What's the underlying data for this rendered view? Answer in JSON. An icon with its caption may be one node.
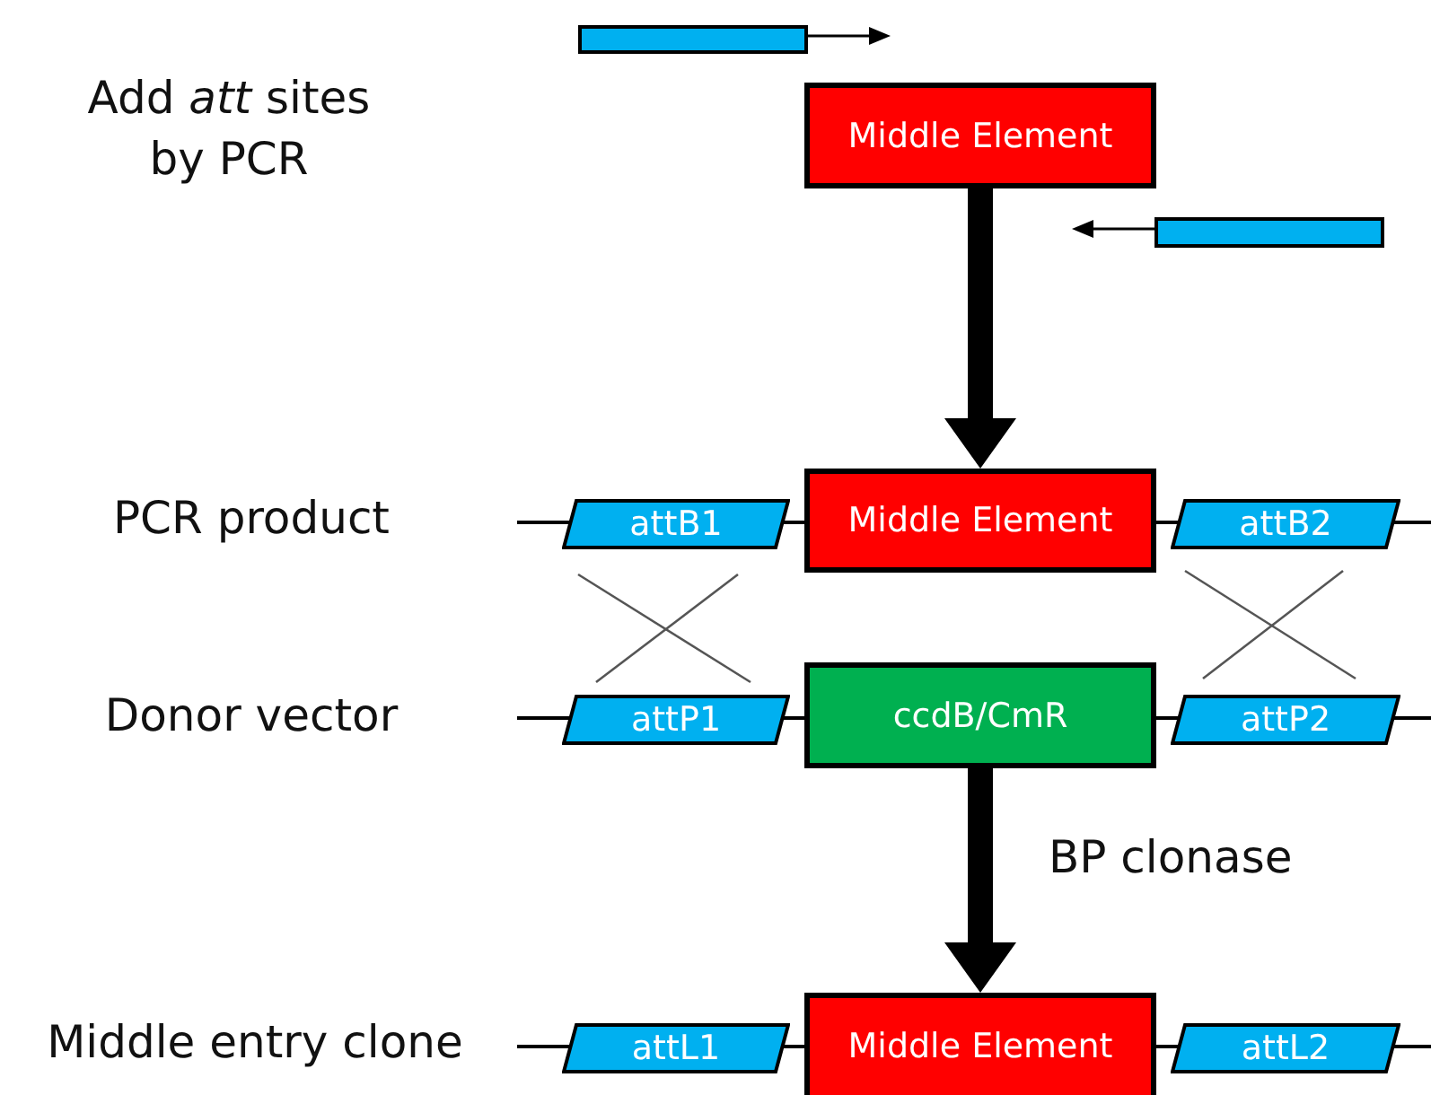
{
  "diagram": {
    "nodes": [
      {
        "text": [],
        "shape": "bar"
      },
      {
        "text": [
          "Middle Element"
        ]
      },
      {
        "text": [],
        "shape": "bar"
      },
      {
        "text": [
          "attB1"
        ]
      },
      {
        "text": [
          "Middle Element"
        ]
      },
      {
        "text": [
          "attB2"
        ]
      },
      {
        "text": [
          "attP1"
        ]
      },
      {
        "text": [
          "ccdB/CmR"
        ]
      },
      {
        "text": [
          "attP2"
        ]
      },
      {
        "text": [
          "attL1"
        ]
      },
      {
        "text": [
          "Middle Element"
        ]
      },
      {
        "text": [
          "attL2"
        ]
      }
    ],
    "edges": [
      {
        "from": 1,
        "to": 4,
        "arrow": "to"
      },
      {
        "from": 7,
        "to": 10,
        "arrow": "to",
        "label": "BP clonase"
      }
    ],
    "labels": [
      "Add *att* sites by PCR",
      "PCR product",
      "Donor vector",
      "Middle entry clone"
    ]
  }
}
